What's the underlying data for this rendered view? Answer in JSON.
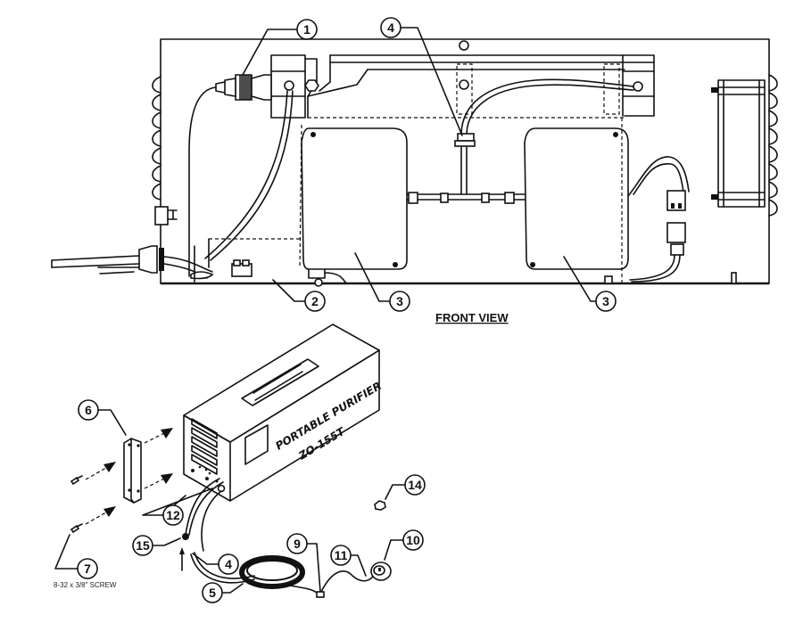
{
  "diagram": {
    "front_view_caption": "FRONT VIEW",
    "device_label_line1": "PORTABLE PURIFIER",
    "device_label_line2": "ZO-155T",
    "screw_note": "8-32 x 3/8\" SCREW",
    "callouts": {
      "c1": "1",
      "c2": "2",
      "c3a": "3",
      "c3b": "3",
      "c4_top": "4",
      "c4_bottom": "4",
      "c5": "5",
      "c6": "6",
      "c7": "7",
      "c9": "9",
      "c10": "10",
      "c11": "11",
      "c12": "12",
      "c14": "14",
      "c15": "15"
    }
  }
}
